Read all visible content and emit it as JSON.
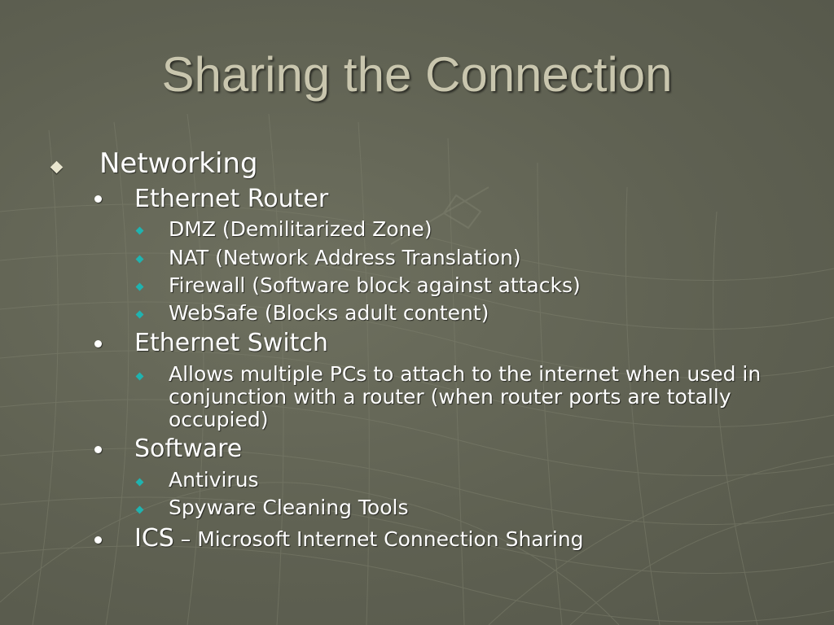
{
  "slide": {
    "title": "Sharing the Connection",
    "items": [
      {
        "label": "Networking"
      },
      {
        "label": "Ethernet Router"
      },
      {
        "label": "DMZ (Demilitarized Zone)"
      },
      {
        "label": "NAT (Network Address Translation)"
      },
      {
        "label": "Firewall (Software block against attacks)"
      },
      {
        "label": "WebSafe (Blocks adult content)"
      },
      {
        "label": "Ethernet Switch"
      },
      {
        "label": "Allows multiple PCs to attach to the internet when used in conjunction with a router (when router ports are totally occupied)"
      },
      {
        "label": "Software"
      },
      {
        "label": "Antivirus"
      },
      {
        "label": "Spyware Cleaning Tools"
      },
      {
        "label": "ICS",
        "description": " – Microsoft Internet Connection Sharing"
      }
    ]
  },
  "colors": {
    "title": "#c9c6ae",
    "text": "#ffffff",
    "teal_bullet": "#1fb3b0",
    "background": "#5f6152"
  }
}
